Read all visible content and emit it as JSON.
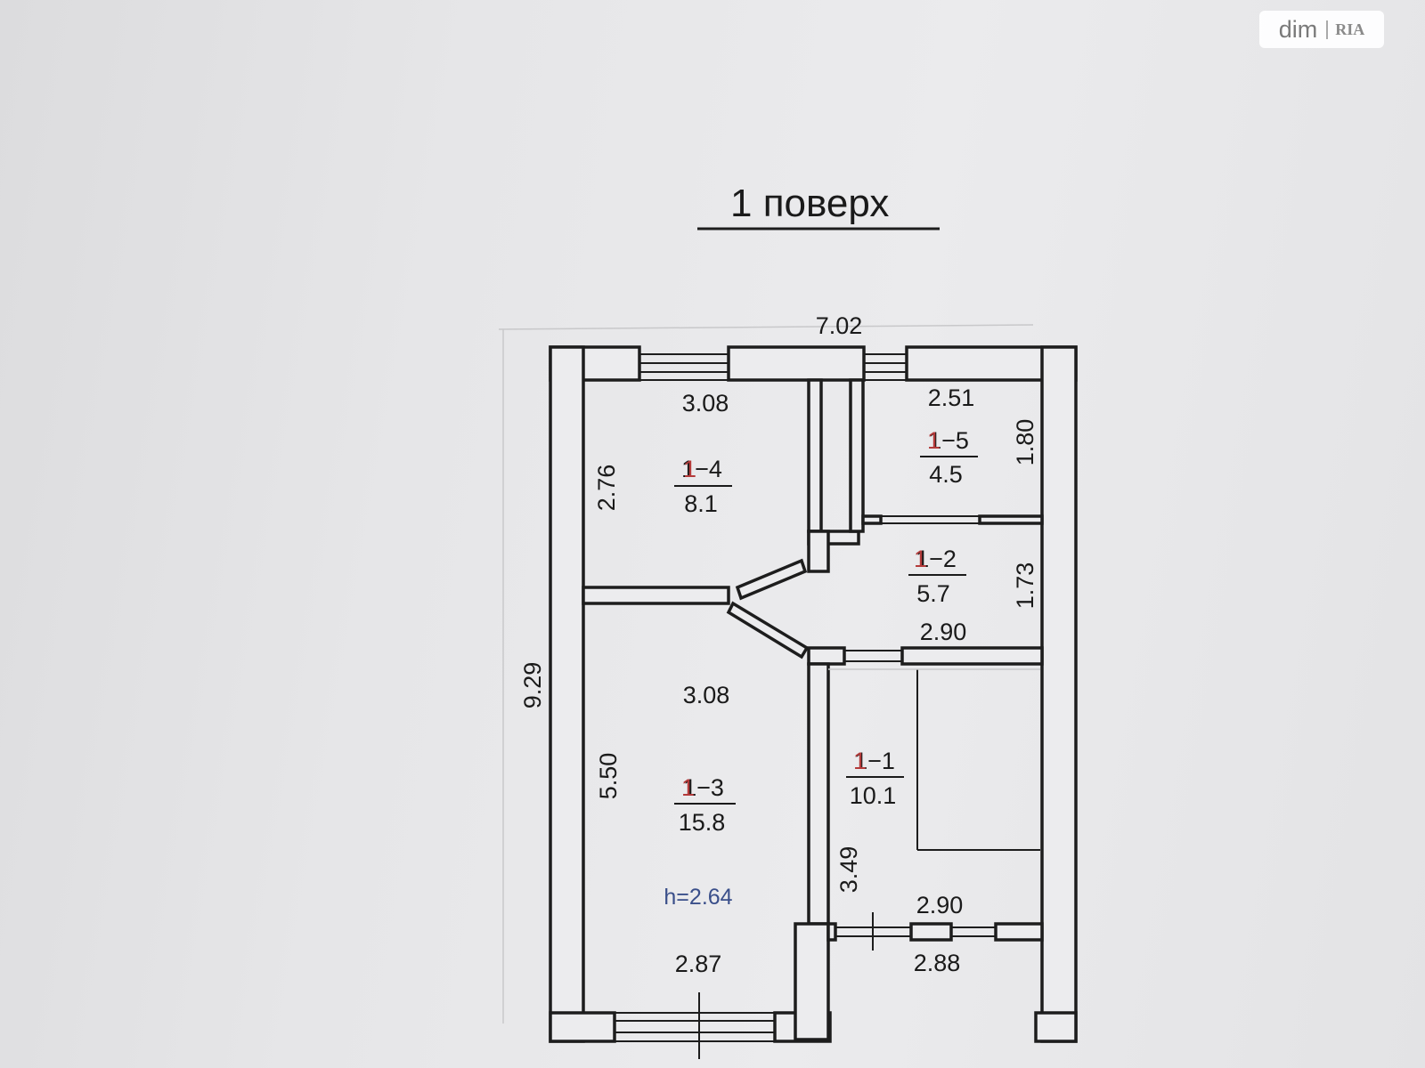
{
  "title": "1 поверх",
  "overall": {
    "width": "7.02",
    "height": "9.29"
  },
  "rooms": [
    {
      "id": "1",
      "number": "1",
      "label": "1−4",
      "area": "8.1",
      "dims": [
        "3.08",
        "2.76"
      ]
    },
    {
      "id": "2",
      "number": "1",
      "label": "1−5",
      "area": "4.5",
      "dims": [
        "2.51",
        "1.80"
      ]
    },
    {
      "id": "3",
      "number": "1",
      "label": "1−2",
      "area": "5.7",
      "dims": [
        "1.73",
        "2.90"
      ]
    },
    {
      "id": "4",
      "number": "1",
      "label": "1−3",
      "area": "15.8",
      "dims": [
        "3.08",
        "5.50",
        "2.87"
      ]
    },
    {
      "id": "5",
      "number": "1",
      "label": "1−1",
      "area": "10.1",
      "dims": [
        "3.49",
        "2.90",
        "2.88"
      ]
    }
  ],
  "ceiling_height": "h=2.64",
  "watermark": {
    "brand": "dim",
    "brand2": "RIA"
  }
}
